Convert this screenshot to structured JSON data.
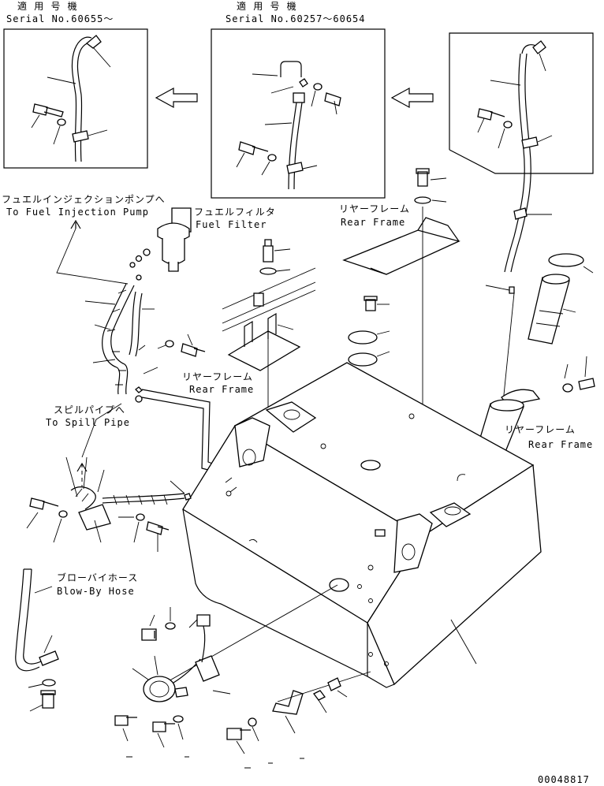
{
  "insets": {
    "left": {
      "title_jp": "適 用 号 機",
      "serial": "Serial No.60655～"
    },
    "middle": {
      "title_jp": "適 用 号 機",
      "serial": "Serial No.60257～60654"
    }
  },
  "labels": {
    "fuel_injection_pump_jp": "フュエルインジェクションポンプへ",
    "fuel_injection_pump_en": "To Fuel Injection Pump",
    "fuel_filter_jp": "フュエルフィルタ",
    "fuel_filter_en": "Fuel Filter",
    "rear_frame_top_jp": "リヤーフレーム",
    "rear_frame_top_en": "Rear Frame",
    "rear_frame_mid_jp": "リヤーフレーム",
    "rear_frame_mid_en": "Rear Frame",
    "rear_frame_right_jp": "リヤーフレーム",
    "rear_frame_right_en": "Rear Frame",
    "spill_pipe_jp": "スピルパイプへ",
    "spill_pipe_en": "To Spill Pipe",
    "blowby_hose_jp": "ブローバイホース",
    "blowby_hose_en": "Blow-By Hose"
  },
  "drawing_number": "00048817"
}
